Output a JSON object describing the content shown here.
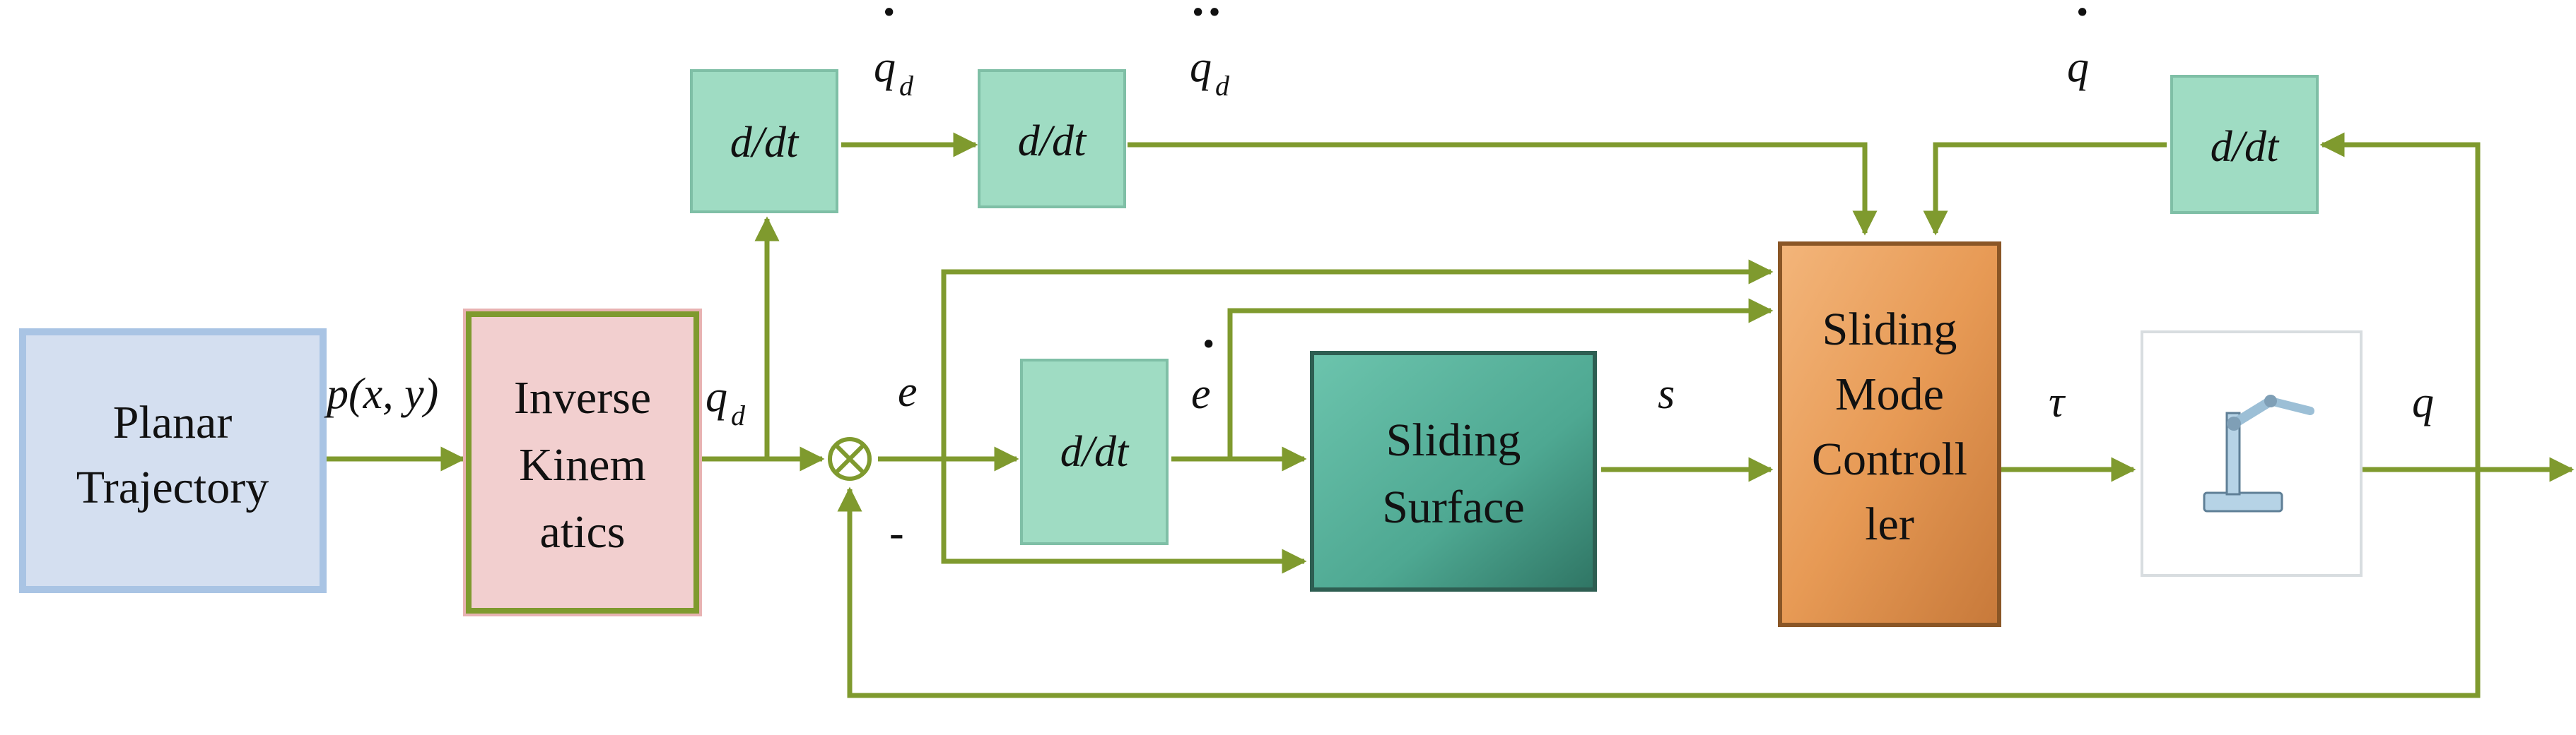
{
  "colors": {
    "wire": "#7f9a2e",
    "planar_fill": "#d4dff0",
    "inverse_fill": "#f2cfcf",
    "dt_fill": "#9fdcc3",
    "surface_fill": "#4ea892",
    "controller_fill": "#e79a55",
    "robot_fill": "#b6d3e6"
  },
  "blocks": {
    "planar": {
      "line1": "Planar",
      "line2": "Trajectory"
    },
    "inverse": {
      "line1": "Inverse",
      "line2": "Kinem",
      "line3": "atics"
    },
    "dt1": {
      "label": "d/dt"
    },
    "dt2": {
      "label": "d/dt"
    },
    "dt3": {
      "label": "d/dt"
    },
    "dt4": {
      "label": "d/dt"
    },
    "surface": {
      "line1": "Sliding",
      "line2": "Surface"
    },
    "controller": {
      "line1": "Sliding",
      "line2": "Mode",
      "line3": "Controll",
      "line4": "ler"
    },
    "robot": {
      "icon": "robot-arm-icon"
    }
  },
  "signals": {
    "p": "p(x, y)",
    "q": "q",
    "d": "d",
    "e": "e",
    "s": "s",
    "tau": "τ",
    "minus": "-",
    "dot": "·",
    "ddot": "··"
  }
}
